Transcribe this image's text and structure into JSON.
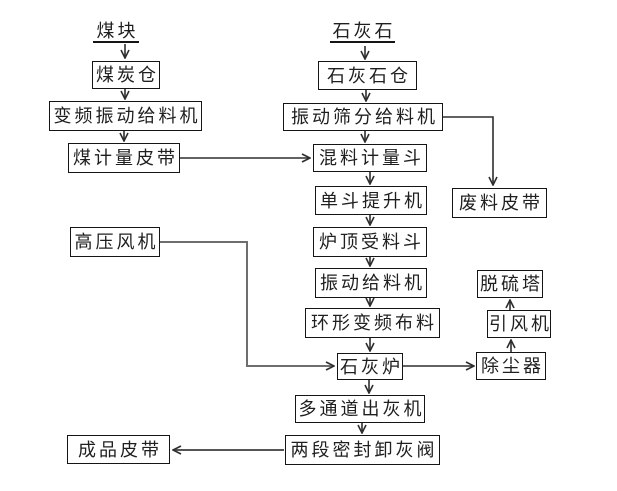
{
  "diagram": {
    "type": "flowchart",
    "language": "zh-CN",
    "background_color": "#ffffff",
    "box_border_color": "#151515",
    "line_color": "#2e2e2e",
    "secondary_line_color": "#6e6e6e",
    "text_color": "#1f1f1f",
    "nodes": {
      "coal_source": "煤块",
      "limestone_source": "石灰石",
      "coal_bin": "煤炭仓",
      "vf_vibrating_feeder": "变频振动给料机",
      "coal_weighing_belt": "煤计量皮带",
      "hp_fan": "高压风机",
      "product_belt": "成品皮带",
      "limestone_bin": "石灰石仓",
      "vibrating_screen_feeder": "振动筛分给料机",
      "mix_weighing_hopper": "混料计量斗",
      "bucket_elevator": "单斗提升机",
      "furnace_top_hopper": "炉顶受料斗",
      "vibrating_feeder": "振动给料机",
      "ring_vf_distributor": "环形变频布料",
      "lime_kiln": "石灰炉",
      "multi_channel_ash_machine": "多通道出灰机",
      "two_stage_ash_valve": "两段密封卸灰阀",
      "waste_belt": "废料皮带",
      "desulfurization_tower": "脱硫塔",
      "induced_draft_fan": "引风机",
      "dust_collector": "除尘器"
    },
    "edges": [
      {
        "from": "煤块",
        "to": "煤炭仓"
      },
      {
        "from": "煤炭仓",
        "to": "变频振动给料机"
      },
      {
        "from": "变频振动给料机",
        "to": "煤计量皮带"
      },
      {
        "from": "煤计量皮带",
        "to": "混料计量斗"
      },
      {
        "from": "石灰石",
        "to": "石灰石仓"
      },
      {
        "from": "石灰石仓",
        "to": "振动筛分给料机"
      },
      {
        "from": "振动筛分给料机",
        "to": "混料计量斗"
      },
      {
        "from": "振动筛分给料机",
        "to": "废料皮带"
      },
      {
        "from": "混料计量斗",
        "to": "单斗提升机"
      },
      {
        "from": "单斗提升机",
        "to": "炉顶受料斗"
      },
      {
        "from": "炉顶受料斗",
        "to": "振动给料机"
      },
      {
        "from": "振动给料机",
        "to": "环形变频布料"
      },
      {
        "from": "环形变频布料",
        "to": "石灰炉"
      },
      {
        "from": "高压风机",
        "to": "石灰炉"
      },
      {
        "from": "石灰炉",
        "to": "除尘器"
      },
      {
        "from": "除尘器",
        "to": "引风机"
      },
      {
        "from": "引风机",
        "to": "脱硫塔"
      },
      {
        "from": "石灰炉",
        "to": "多通道出灰机"
      },
      {
        "from": "多通道出灰机",
        "to": "两段密封卸灰阀"
      },
      {
        "from": "两段密封卸灰阀",
        "to": "成品皮带"
      }
    ]
  }
}
